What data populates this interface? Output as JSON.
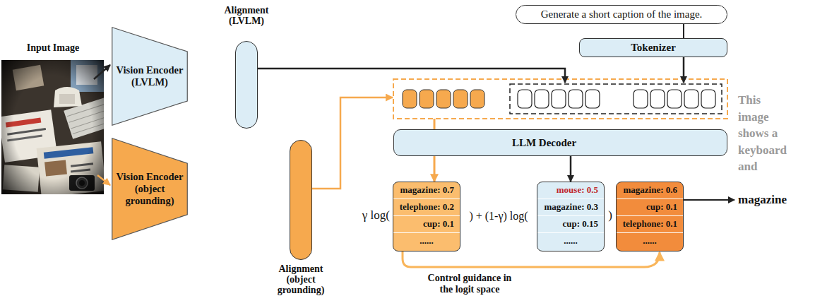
{
  "diagram": {
    "nodes": [
      {
        "text": [
          "Alignment (LVLM)"
        ]
      },
      {
        "text": [
          "Generate a short caption of the image."
        ]
      },
      {
        "text": [
          "Tokenizer"
        ]
      },
      {
        "text": [
          "Vision Encoder (LVLM)"
        ]
      },
      {
        "text": [
          "Vision Encoder (object grounding)"
        ]
      },
      {
        "text": [
          "LLM Decoder"
        ]
      },
      {
        "text": [
          "magazine: 0.7",
          "telephone: 0.2",
          "cup: 0.1",
          "......"
        ]
      },
      {
        "text": [
          "mouse: 0.5",
          "magazine: 0.3",
          "cup: 0.15",
          "......"
        ]
      },
      {
        "text": [
          "magazine: 0.6",
          "cup: 0.1",
          "telephone: 0.1",
          "......"
        ]
      },
      {
        "text": [
          "Alignment (object grounding)"
        ]
      }
    ],
    "edges": [
      {
        "from": 1,
        "to": 2,
        "arrow": "none"
      },
      {
        "from": 5,
        "to": 6,
        "arrow": "to"
      },
      {
        "from": 5,
        "to": 7,
        "arrow": "to"
      },
      {
        "from": 6,
        "to": 8,
        "arrow": "to",
        "label": "Control guidance in the logit space"
      }
    ],
    "labels": [
      "Input Image",
      "γ log(",
      ") + (1-γ) log(",
      ")",
      "This image shows a keyboard and",
      "magazine"
    ]
  }
}
